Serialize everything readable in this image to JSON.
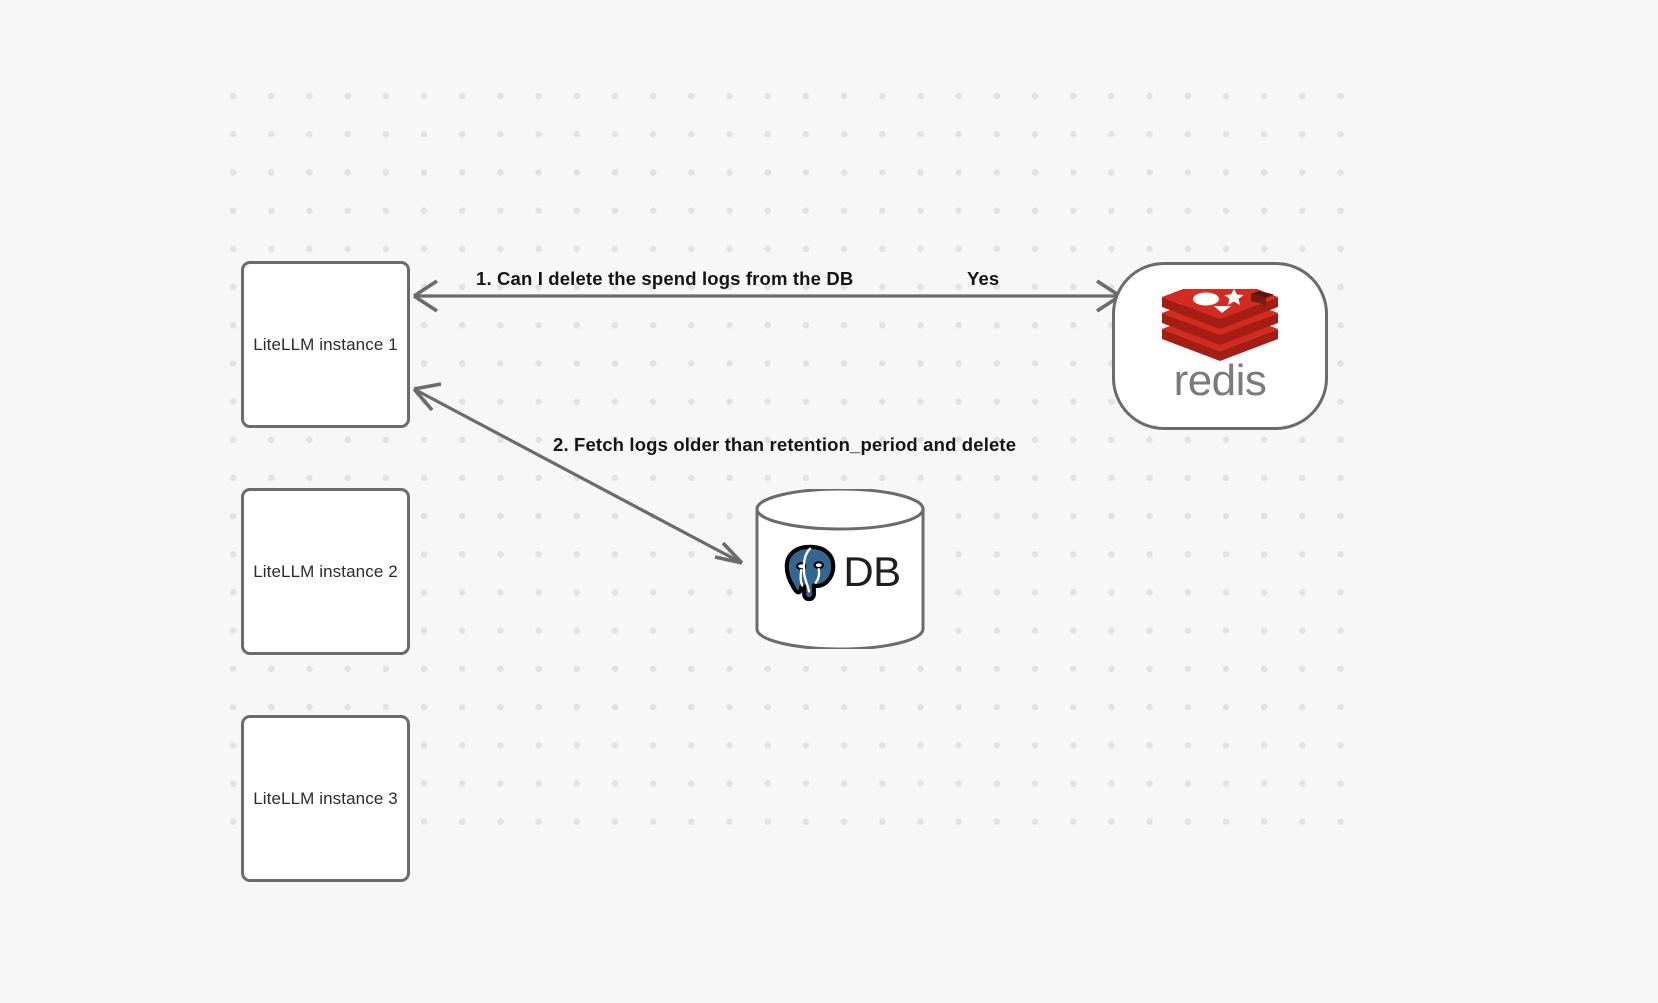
{
  "canvas": {
    "background_color": "#f7f7f7",
    "dot_grid_color": "#e2e2e2"
  },
  "nodes": [
    {
      "id": "llm1",
      "label": "LiteLLM instance 1",
      "shape": "rounded-rect"
    },
    {
      "id": "llm2",
      "label": "LiteLLM instance 2",
      "shape": "rounded-rect"
    },
    {
      "id": "llm3",
      "label": "LiteLLM instance 3",
      "shape": "rounded-rect"
    },
    {
      "id": "redis",
      "label": "redis",
      "shape": "stadium",
      "logo": "redis-logo",
      "logo_color": "#d42b20",
      "wordmark_color": "#7b7b7b"
    },
    {
      "id": "db",
      "label": "DB",
      "shape": "cylinder",
      "logo": "postgresql-elephant-icon",
      "logo_color": "#336791",
      "label_color": "#1f1f1f"
    }
  ],
  "edges": [
    {
      "id": "edge-1",
      "from": "redis",
      "to": "llm1",
      "label": "1.  Can I delete the spend logs from the DB",
      "secondary_label": "Yes",
      "style": "solid",
      "arrow": "both"
    },
    {
      "id": "edge-2",
      "from": "db",
      "to": "llm1",
      "label": "2.  Fetch logs older than retention_period and delete",
      "style": "solid",
      "arrow": "both"
    }
  ],
  "labels": {
    "edge1_text": "1.  Can I delete the spend logs from the DB",
    "edge1_yes": "Yes",
    "edge2_text": "2.  Fetch logs older than retention_period and delete"
  },
  "colors": {
    "stroke": "#6b6b6b",
    "node_fill": "#ffffff",
    "text": "#2b2b2b",
    "label_text": "#141414",
    "redis_red": "#d42b20",
    "redis_red_dark": "#a41e15",
    "postgres_blue": "#336791"
  }
}
